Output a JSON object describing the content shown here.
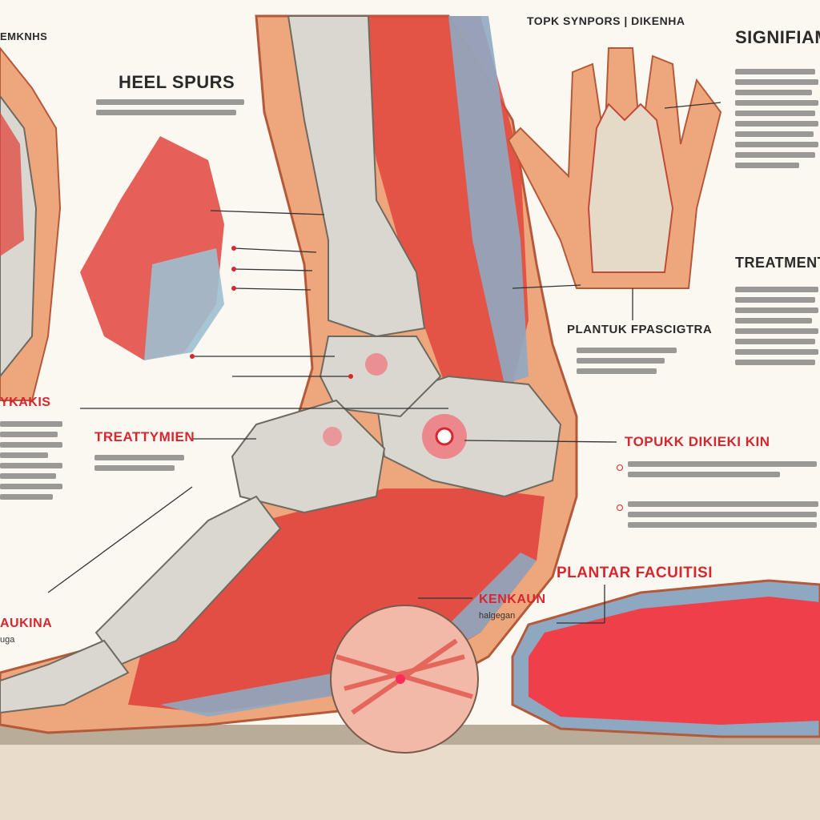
{
  "labels": {
    "top_left": "EMKNHS",
    "heel_spurs": "HEEL SPURS",
    "top_center": "TOPK SYNPORS | DIKENHA",
    "top_right": "SIGNIFIAMT",
    "treatment_right": "TREATMENT",
    "plantar_fasciitis_hand": "PLANTUK FPASCIGTRA",
    "left_mid": "YKAKIS",
    "treatment_left": "TREATTYMIEN",
    "topukk": "TOPUKK DIKIEKI KIN",
    "left_low": "AUKINA",
    "left_low_sub": "uga",
    "kenkaun": "KENKAUN",
    "kenkaun_sub": "halgegan",
    "plantar_facuitisi": "PLANTAR FACUITISI"
  },
  "palette": {
    "bone": "#d9d7cf",
    "muscle": "#e0453d",
    "skin": "#eea77d",
    "tendon_blue": "#8fa8c2",
    "accent_red": "#d8262e",
    "background": "#fbf8f2"
  }
}
